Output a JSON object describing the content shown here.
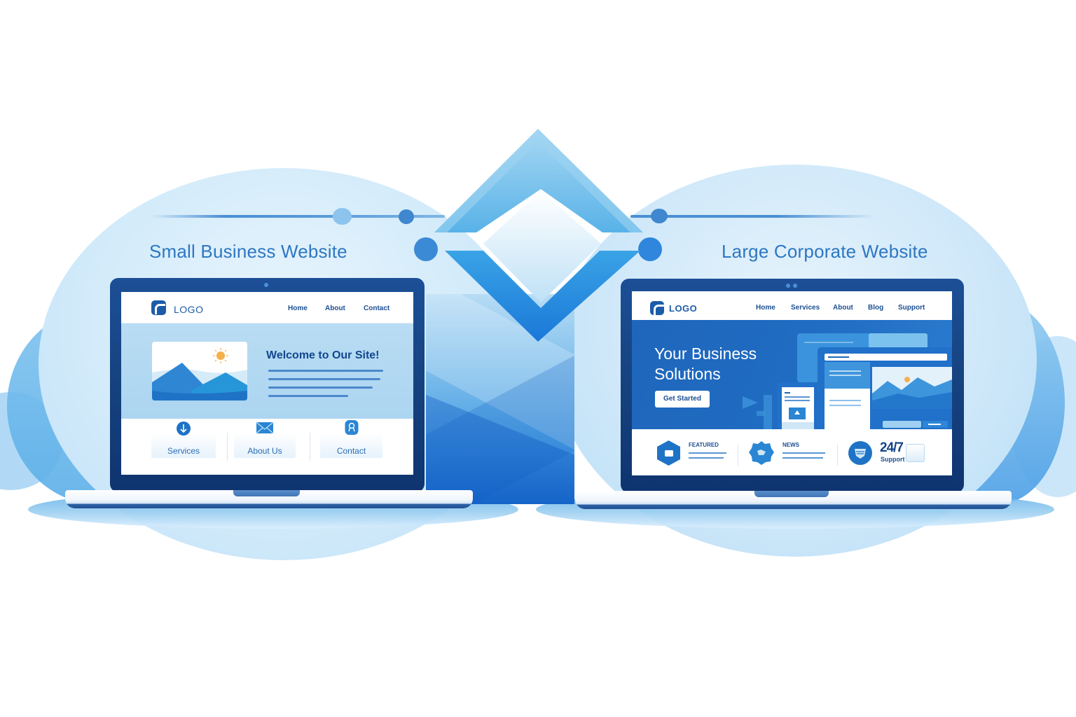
{
  "illustration": {
    "left_title": "Small Business Website",
    "right_title": "Large Corporate Website",
    "colors": {
      "primary": "#1f66bb",
      "dark_bezel": "#15427f",
      "heading": "#2d77c2",
      "light_bg": "#d3ebfa",
      "accent_sun": "#f5b04a"
    }
  },
  "small_site": {
    "logo": "LOGO",
    "nav": [
      "Home",
      "About",
      "Contact"
    ],
    "hero": {
      "title": "Welcome to Our Site!"
    },
    "features": [
      {
        "label": "Services",
        "icon": "arrow-down-circle-icon"
      },
      {
        "label": "About Us",
        "icon": "envelope-icon"
      },
      {
        "label": "Contact",
        "icon": "badge-icon"
      }
    ]
  },
  "corporate_site": {
    "logo": "LOGO",
    "nav": [
      "Home",
      "Services",
      "About",
      "Blog",
      "Support"
    ],
    "hero": {
      "title_line1": "Your Business",
      "title_line2": "Solutions",
      "cta": "Get Started"
    },
    "features": [
      {
        "label": "FEATURED",
        "icon": "hexagon-folder-icon"
      },
      {
        "label": "NEWS",
        "icon": "gear-badge-icon"
      },
      {
        "label": "24/7",
        "sublabel": "Support",
        "icon": "support-shield-icon"
      }
    ]
  }
}
